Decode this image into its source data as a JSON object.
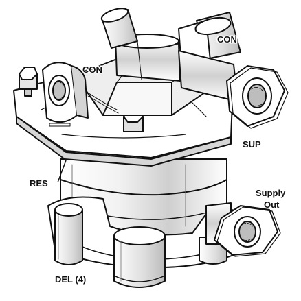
{
  "diagram": {
    "labels": {
      "con_left": "CON",
      "con_right": "CON",
      "sup": "SUP",
      "res": "RES",
      "supply_out_line1": "Supply",
      "supply_out_line2": "Out",
      "del": "DEL (4)"
    },
    "colors": {
      "outline": "#111111",
      "body_fill": "#ffffff",
      "shade_light": "#d9d9d9",
      "shade_dark": "#9a9a9a"
    }
  }
}
